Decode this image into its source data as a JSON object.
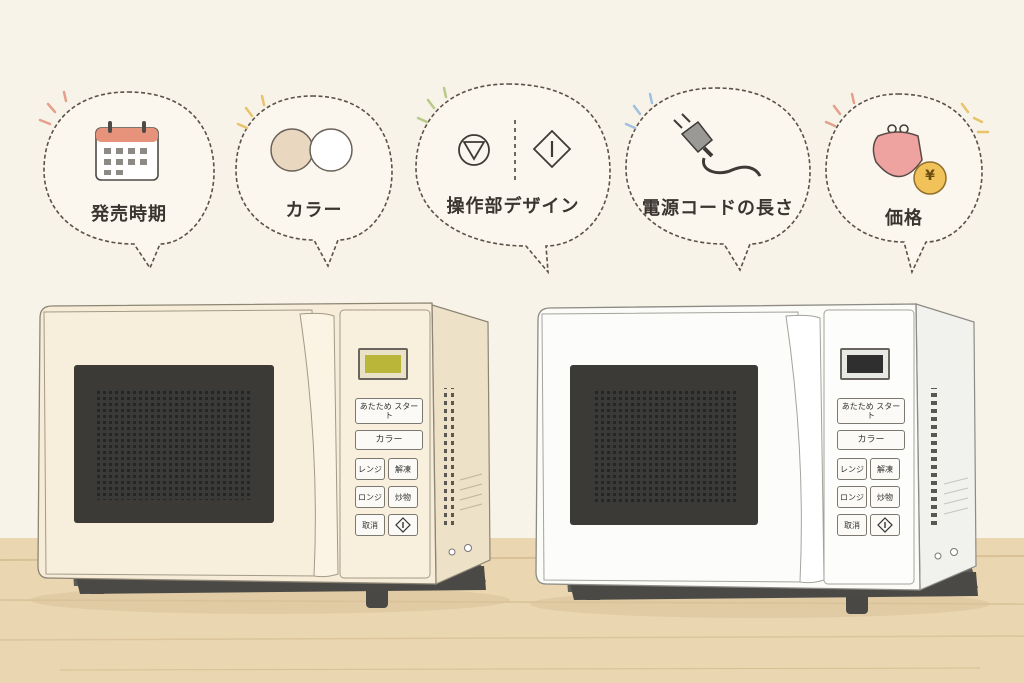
{
  "bubbles": [
    {
      "label": "発売時期",
      "icon": "calendar-icon"
    },
    {
      "label": "カラー",
      "icon": "color-circles-icon"
    },
    {
      "label": "操作部デザイン",
      "icon": "control-symbols-icon"
    },
    {
      "label": "電源コードの長さ",
      "icon": "power-plug-icon"
    },
    {
      "label": "価格",
      "icon": "coin-purse-yen-icon"
    }
  ],
  "coin_symbol": "¥",
  "microwaves": [
    {
      "color_name": "cream",
      "body_color": "#f6ecd8",
      "display_color": "#b9b63a",
      "buttons": {
        "reheat_start": "あたため スタート",
        "color": "カラー",
        "range": "レンジ",
        "defrost": "解凍",
        "oven": "ロンジ",
        "cook": "炒物",
        "stop": "取消"
      }
    },
    {
      "color_name": "white",
      "body_color": "#fbfbf8",
      "display_color": "#2f2f2f",
      "buttons": {
        "reheat_start": "あたため スタート",
        "color": "カラー",
        "range": "レンジ",
        "defrost": "解凍",
        "oven": "ロンジ",
        "cook": "炒物",
        "stop": "取消"
      }
    }
  ]
}
